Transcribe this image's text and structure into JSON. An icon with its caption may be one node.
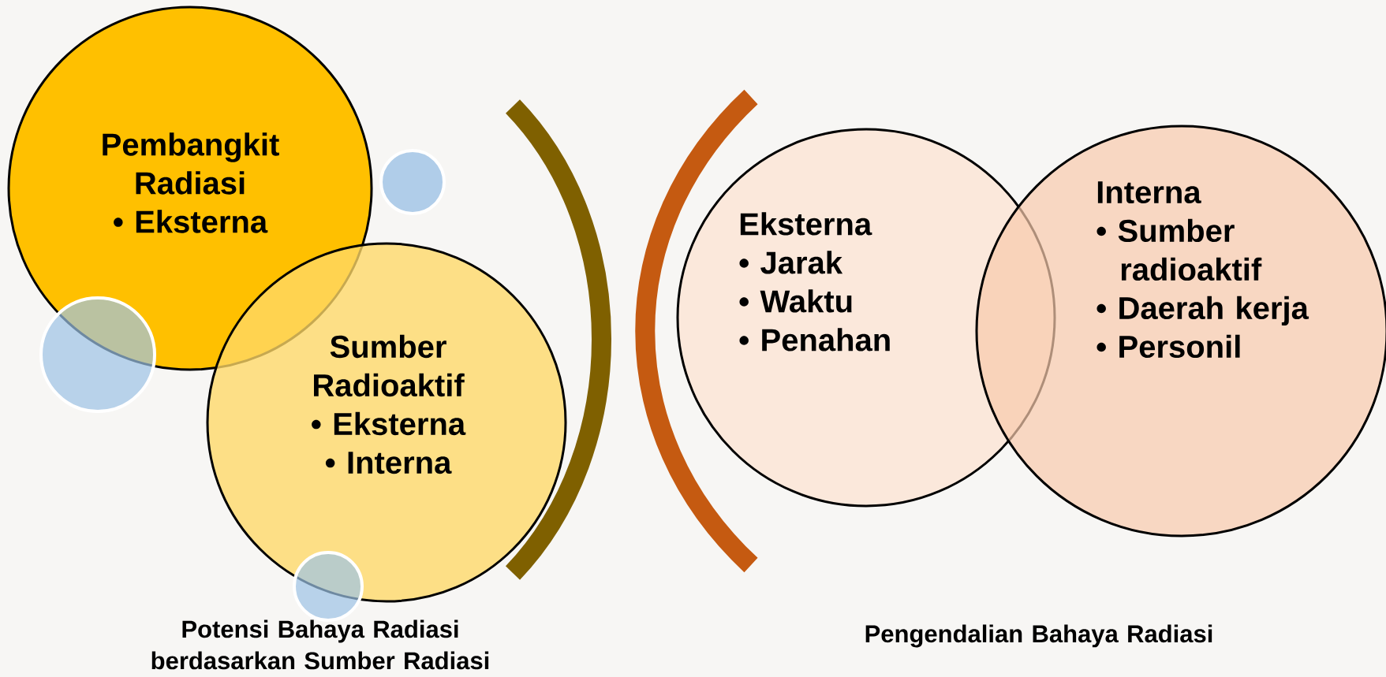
{
  "diagram": {
    "nodes": [
      {
        "text": [
          "Pembangkit Radiasi",
          "• Eksterna"
        ]
      },
      {
        "text": [
          "Sumber Radioaktif",
          "• Eksterna",
          "• Interna"
        ]
      },
      {
        "text": [
          "Eksterna",
          "• Jarak",
          "• Waktu",
          "• Penahan"
        ]
      },
      {
        "text": [
          "Interna",
          "• Sumber radioaktif",
          "• Daerah kerja",
          "• Personil"
        ]
      },
      {
        "text": [],
        "shape": "circle"
      },
      {
        "text": [],
        "shape": "circle"
      },
      {
        "text": [],
        "shape": "circle"
      }
    ],
    "labels": [
      "Potensi Bahaya Radiasi berdasarkan Sumber Radiasi",
      "Pengendalian Bahaya Radiasi"
    ]
  }
}
